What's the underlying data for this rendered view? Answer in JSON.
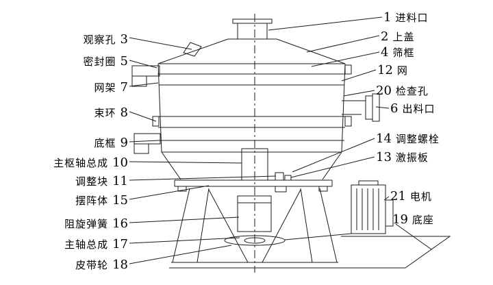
{
  "figure": {
    "background": "#ffffff",
    "line_color": "#1a1a1a",
    "description": "三次元振动筛结构图"
  },
  "labels": {
    "left": [
      {
        "text": "观察孔",
        "num": "3"
      },
      {
        "text": "密封圈",
        "num": "5"
      },
      {
        "text": "网架",
        "num": "7"
      },
      {
        "text": "束环",
        "num": "8"
      },
      {
        "text": "底框",
        "num": "9"
      },
      {
        "text": "主枢轴总成",
        "num": "10"
      },
      {
        "text": "调整块",
        "num": "11"
      },
      {
        "text": "摆阵体",
        "num": "15"
      },
      {
        "text": "阻旋弹簧",
        "num": "16"
      },
      {
        "text": "主轴总成",
        "num": "17"
      },
      {
        "text": "皮带轮",
        "num": "18"
      }
    ],
    "right": [
      {
        "num": "1",
        "text": "进料口"
      },
      {
        "num": "2",
        "text": "上盖"
      },
      {
        "num": "4",
        "text": "筛框"
      },
      {
        "num": "12",
        "text": "网"
      },
      {
        "num": "20",
        "text": "检查孔"
      },
      {
        "num": "6",
        "text": "出料口"
      },
      {
        "num": "14",
        "text": "调整螺栓"
      },
      {
        "num": "13",
        "text": "激振板"
      },
      {
        "num": "21",
        "text": "电机"
      },
      {
        "num": "19",
        "text": "底座"
      }
    ]
  }
}
